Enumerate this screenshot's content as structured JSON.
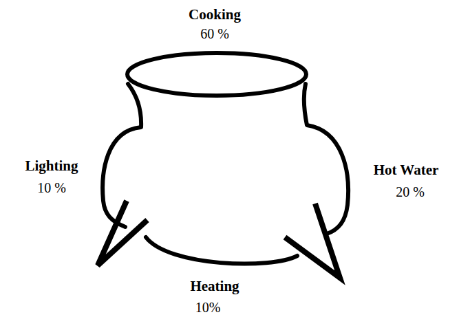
{
  "diagram": {
    "labels": [
      "Cooking",
      "60 %",
      "Lighting",
      "10 %",
      "Hot Water",
      "20 %",
      "Heating",
      "10%"
    ]
  }
}
